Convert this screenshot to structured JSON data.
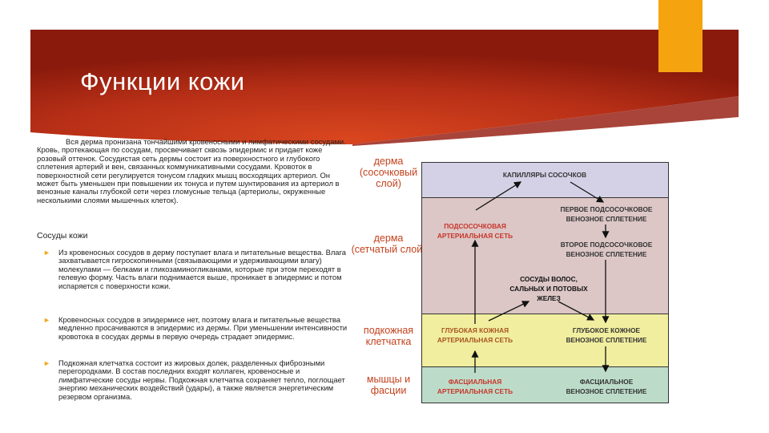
{
  "title": "Функции кожи",
  "intro": "Вся дерма пронизана тончайшими кровеносными и лимфатическими сосудами. Кровь, протекающая по сосудам, просвечивает сквозь эпидермис и придает коже розовый оттенок. Сосудистая сеть дермы состоит из поверхностного и глубокого сплетения артерий и вен, связанных коммуникативными сосудами. Кровоток в поверхностной сети регулируется тонусом гладких мышц восходящих артериол. Он может быть уменьшен при повышении их тонуса и путем шунтирования из артериол в венозные каналы глубокой сети через гломусные тельца (артериолы, окруженные несколькими слоями мышечных клеток).",
  "subheading": "Сосуды кожи",
  "bullet_icon": "triangle-right-icon",
  "bullets": [
    "Из кровеносных сосудов в дерму поступает влага и питательные вещества. Влага захватывается гигроскопинными (связывающими и удерживающими влагу) молекулами — белками и гликозаминогликанами, которые при этом переходят в гелевую форму. Часть влаги поднимается выше, проникает в эпидермис и потом испаряется с поверхности кожи.",
    "Кровеносных сосудов в эпидермисе нет, поэтому влага и питательные вещества медленно просачиваются в эпидермис из дермы. При уменьшении интенсивности кровотока в сосудах дермы в первую очередь страдает эпидермис.",
    "Подкожная клетчатка состоит из жировых долек, разделенных фиброзными перегородками. В состав последних входят коллаген, кровеносные и лимфатические сосуды нервы. Подкожная клетчатка сохраняет тепло, поглощает энергию механических воздействий (удары), а также является энергетическим резервом организма."
  ],
  "diagram": {
    "layers": [
      {
        "label": "дерма (сосочковый слой)",
        "color": "#d4d1e6"
      },
      {
        "label": "дерма (сетчатый слой)",
        "color": "#dcc6c6"
      },
      {
        "label": "подкожная клетчатка",
        "color": "#f1ee9f"
      },
      {
        "label": "мышцы и фасции",
        "color": "#bcdcc9"
      }
    ],
    "nodes": {
      "capillaries": "КАПИЛЛЯРЫ СОСОЧКОВ",
      "first_venous_1": "ПЕРВОЕ ПОДСОСОЧКОВОЕ",
      "first_venous_2": "ВЕНОЗНОЕ СПЛЕТЕНИЕ",
      "subpapillary_art_1": "ПОДСОСОЧКОВАЯ",
      "subpapillary_art_2": "АРТЕРИАЛЬНАЯ СЕТЬ",
      "second_venous_1": "ВТОРОЕ ПОДСОСОЧКОВОЕ",
      "second_venous_2": "ВЕНОЗНОЕ СПЛЕТЕНИЕ",
      "appendages_1": "СОСУДЫ ВОЛОС,",
      "appendages_2": "САЛЬНЫХ И ПОТОВЫХ",
      "appendages_3": "ЖЕЛЕЗ",
      "deep_art_1": "ГЛУБОКАЯ КОЖНАЯ",
      "deep_art_2": "АРТЕРИАЛЬНАЯ СЕТЬ",
      "deep_ven_1": "ГЛУБОКОЕ КОЖНОЕ",
      "deep_ven_2": "ВЕНОЗНОЕ СПЛЕТЕНИЕ",
      "fascial_art_1": "ФАСЦИАЛЬНАЯ",
      "fascial_art_2": "АРТЕРИАЛЬНАЯ СЕТЬ",
      "fascial_ven_1": "ФАСЦИАЛЬНОЕ",
      "fascial_ven_2": "ВЕНОЗНОЕ СПЛЕТЕНИЕ"
    }
  },
  "colors": {
    "banner": "#b8301a",
    "accent": "#f5a30f",
    "bullet": "#f2a51a",
    "layer_label": "#c3411c"
  }
}
